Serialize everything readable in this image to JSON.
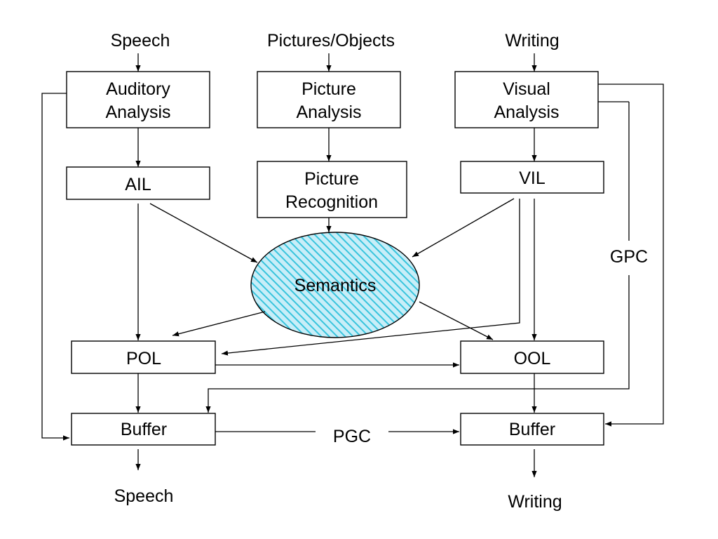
{
  "inputs": {
    "speech": "Speech",
    "pictures": "Pictures/Objects",
    "writing": "Writing"
  },
  "boxes": {
    "auditory_analysis": [
      "Auditory",
      "Analysis"
    ],
    "picture_analysis": [
      "Picture",
      "Analysis"
    ],
    "visual_analysis": [
      "Visual",
      "Analysis"
    ],
    "ail": "AIL",
    "picture_recognition": [
      "Picture",
      "Recognition"
    ],
    "vil": "VIL",
    "semantics": "Semantics",
    "pol": "POL",
    "ool": "OOL",
    "buffer_left": "Buffer",
    "buffer_right": "Buffer"
  },
  "routes": {
    "gpc": "GPC",
    "pgc": "PGC"
  },
  "outputs": {
    "speech": "Speech",
    "writing": "Writing"
  },
  "colors": {
    "semantics_fill": "#c8eef8",
    "semantics_hatch": "#39c4dd"
  }
}
